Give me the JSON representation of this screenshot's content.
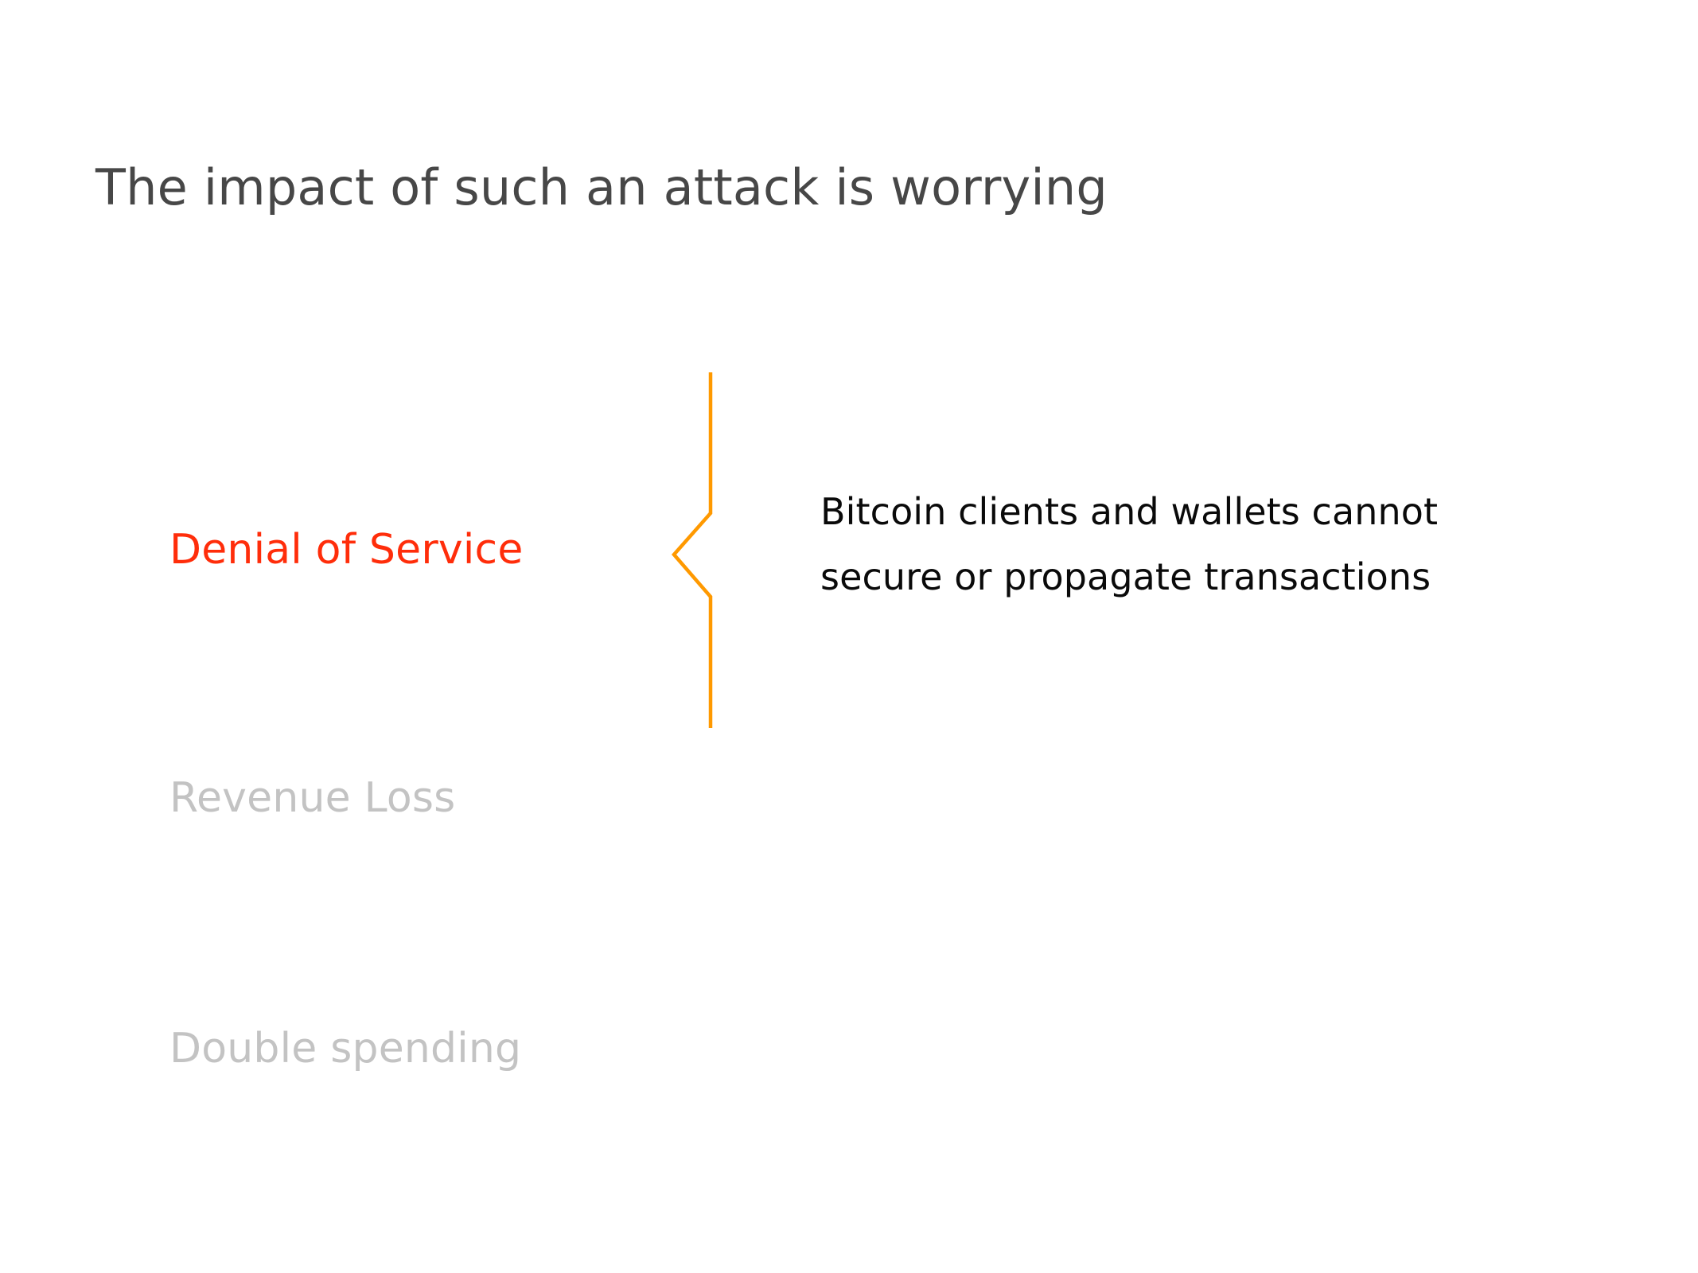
{
  "slide": {
    "title": "The impact of such an attack is worrying",
    "background_color": "#ffffff",
    "title_color": "#474747"
  },
  "impacts": {
    "active_color": "#ff2d0a",
    "inactive_color": "#c3c3c3",
    "items": [
      {
        "label": "Denial of Service",
        "state": "active"
      },
      {
        "label": "Revenue Loss",
        "state": "inactive"
      },
      {
        "label": "Double spending",
        "state": "inactive"
      }
    ]
  },
  "connector": {
    "icon": "brace-bracket-icon",
    "color": "#ff9900",
    "stroke_width": 4
  },
  "description": {
    "text_color": "#0a0a0a",
    "lines": [
      "Bitcoin clients and wallets cannot",
      "secure or propagate transactions"
    ]
  }
}
